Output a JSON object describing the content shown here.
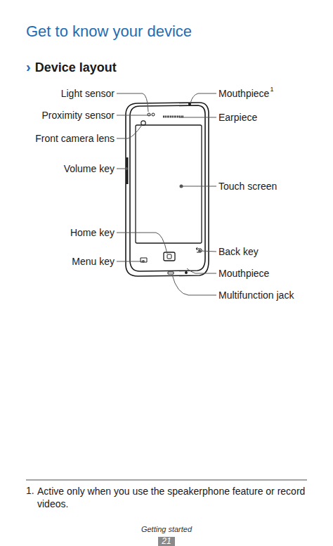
{
  "diagram": {
    "title": "Get to know your device",
    "labels": [
      "›",
      "Device layout",
      "Light sensor",
      "Proximity sensor",
      "Front camera lens",
      "Volume key",
      "Home key",
      "Menu key",
      "Mouthpiece",
      "1",
      "Earpiece",
      "Touch screen",
      "Back key",
      "Mouthpiece",
      "Multifunction jack",
      "1.",
      "Active only when you use the speakerphone feature or record videos.",
      "Getting started",
      "21"
    ]
  }
}
